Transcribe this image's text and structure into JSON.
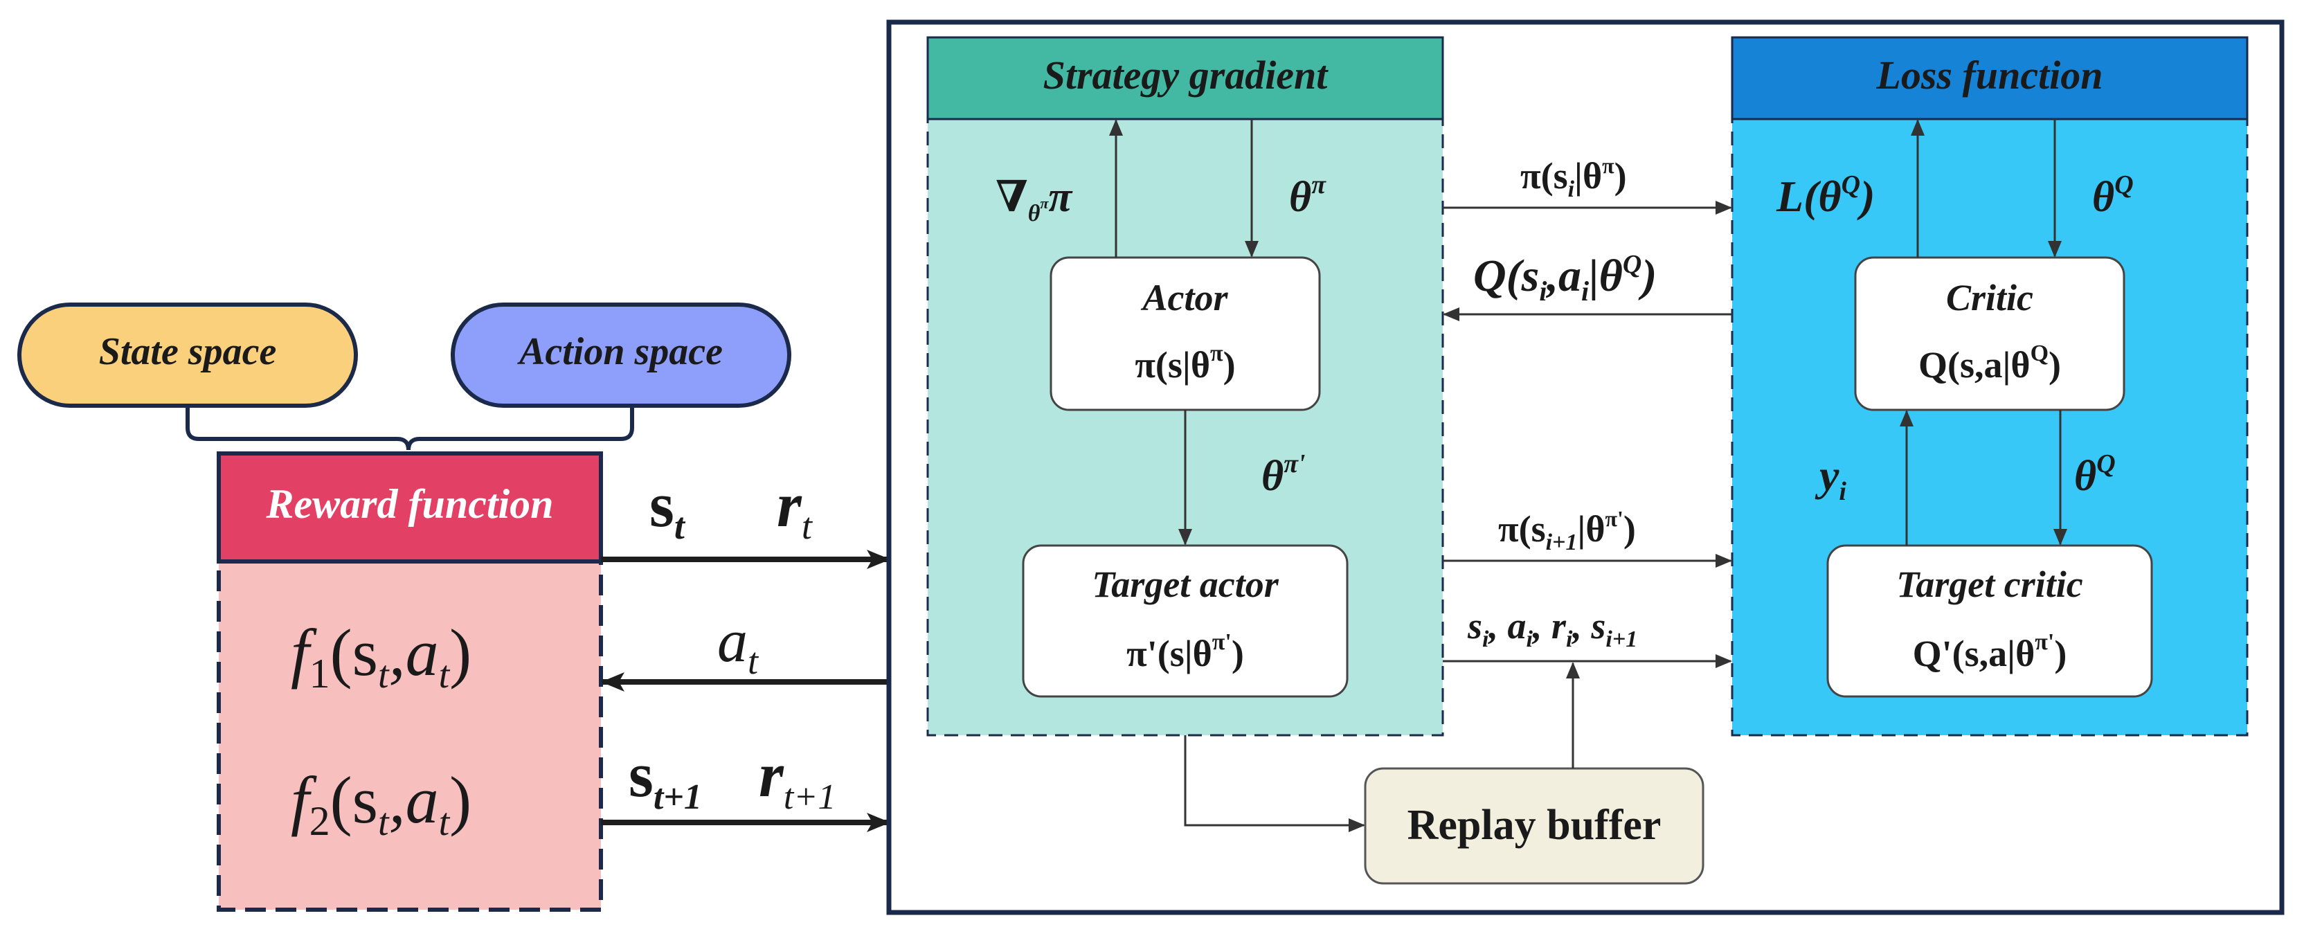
{
  "colors": {
    "navy": "#1B2A4A",
    "state_fill": "#FAD07D",
    "action_fill": "#8E9EFB",
    "reward_fill": "#E24065",
    "reward_body": "#F8BFBF",
    "green_header": "#43B8A2",
    "green_body": "#B3E6DE",
    "blue_header": "#1683D6",
    "blue_body": "#38C8F8",
    "replay_fill": "#F3EFDF",
    "arrow": "#333333"
  },
  "state_space": "State space",
  "action_space": "Action space",
  "reward_function": "Reward function",
  "f1": {
    "f": "f",
    "sub": "1",
    "args": "(s",
    "s_sub": "t",
    "a": ",a",
    "a_sub": "t",
    "close": ")"
  },
  "f2": {
    "f": "f",
    "sub": "2",
    "args": "(s",
    "s_sub": "t",
    "a": ",a",
    "a_sub": "t",
    "close": ")"
  },
  "env": {
    "st": "s",
    "st_sub": "t",
    "rt": "r",
    "rt_sub": "t",
    "at": "a",
    "at_sub": "t",
    "st1": "s",
    "st1_sub": "t+1",
    "rt1": "r",
    "rt1_sub": "t+1"
  },
  "strategy_gradient": "Strategy gradient",
  "loss_function": "Loss function",
  "actor": {
    "title": "Actor",
    "formula_pre": "π(s|θ",
    "formula_sup": "π",
    "formula_post": ")"
  },
  "target_actor": {
    "title": "Target actor",
    "formula_pre": "π'(s|θ",
    "formula_sup": "π'",
    "formula_post": ")"
  },
  "critic": {
    "title": "Critic",
    "formula_pre": "Q(s,a|θ",
    "formula_sup": "Q",
    "formula_post": ")"
  },
  "target_critic": {
    "title": "Target critic",
    "formula_pre": "Q'(s,a|θ",
    "formula_sup": "π'",
    "formula_post": ")"
  },
  "replay_buffer": "Replay buffer",
  "labels": {
    "grad_pi": "∇",
    "grad_sub": "θ",
    "grad_subsup": "π",
    "grad_post": "π",
    "theta_pi": "θ",
    "theta_pi_sup": "π",
    "theta_pi_prime": "θ",
    "theta_pi_prime_sup": "π'",
    "pi_si_pre": "π(s",
    "pi_si_sub": "i",
    "pi_si_mid": "|θ",
    "pi_si_sup": "π",
    "pi_si_post": ")",
    "q_si_pre": "Q(s",
    "q_si_sub": "i",
    "q_si_mid": ",a",
    "q_si_sub2": "i",
    "q_si_mid2": "|θ",
    "q_si_sup": "Q",
    "q_si_post": ")",
    "pi_si1_pre": "π(s",
    "pi_si1_sub": "i+1",
    "pi_si1_mid": "|θ",
    "pi_si1_sup": "π'",
    "pi_si1_post": ")",
    "trans_s": "s",
    "trans_s_sub": "i",
    "trans_a": ", a",
    "trans_a_sub": "i",
    "trans_r": ", r",
    "trans_r_sub": "i",
    "trans_s1": ", s",
    "trans_s1_sub": "i+1",
    "l_theta_pre": "L(θ",
    "l_theta_sup": "Q",
    "l_theta_post": ")",
    "theta_q": "θ",
    "theta_q_sup": "Q",
    "theta_q2": "θ",
    "theta_q2_sup": "Q",
    "yi": "y",
    "yi_sub": "i"
  }
}
